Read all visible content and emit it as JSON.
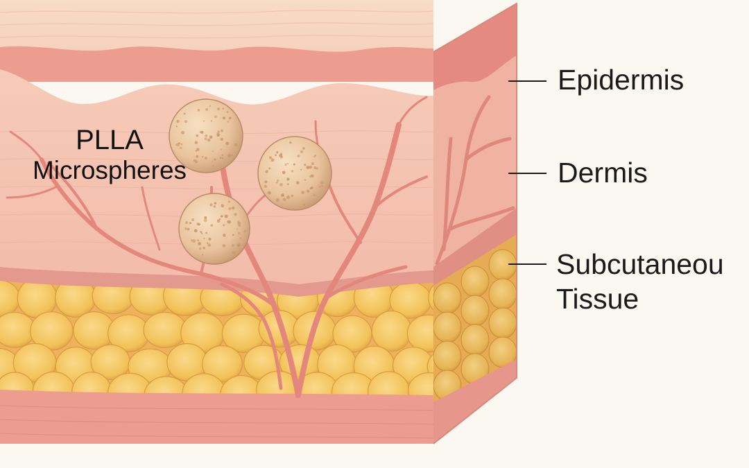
{
  "diagram": {
    "microsphere_label": {
      "line1": "PLLA",
      "line2": "Microspheres"
    },
    "layers": [
      {
        "id": "epidermis",
        "label": "Epidermis"
      },
      {
        "id": "dermis",
        "label": "Dermis"
      },
      {
        "id": "subcutaneous",
        "label": "Subcutaneou",
        "label_line2": "Tissue"
      }
    ],
    "colors": {
      "background": "#fbf8f1",
      "epidermis": "#f6cdb6",
      "dermis": "#f3b7a3",
      "fat": "#f1c15c",
      "vessel": "#e58f86",
      "microsphere": "#ecc8a2"
    }
  }
}
